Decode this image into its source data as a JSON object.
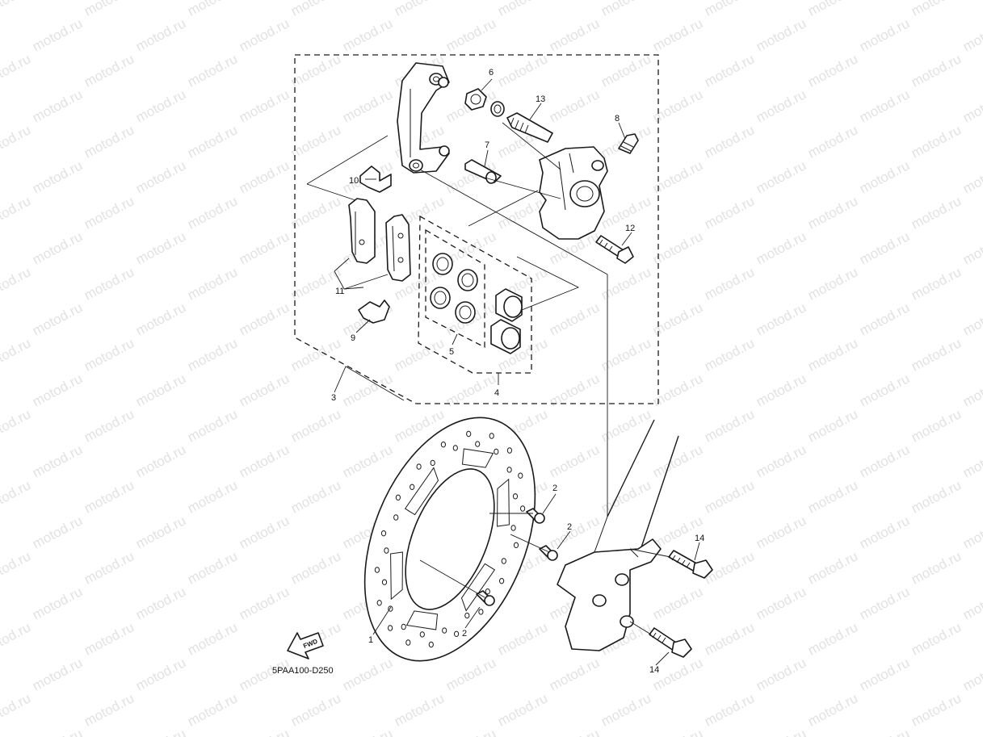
{
  "diagram": {
    "watermark_text": "motod.ru",
    "drawing_code": "5PAA100-D250",
    "fwd_label": "FWD",
    "callouts": {
      "c1": "1",
      "c2a": "2",
      "c2b": "2",
      "c2c": "2",
      "c3": "3",
      "c4": "4",
      "c5": "5",
      "c6": "6",
      "c7": "7",
      "c8": "8",
      "c9": "9",
      "c10": "10",
      "c11": "11",
      "c12": "12",
      "c13": "13",
      "c14a": "14",
      "c14b": "14"
    }
  }
}
